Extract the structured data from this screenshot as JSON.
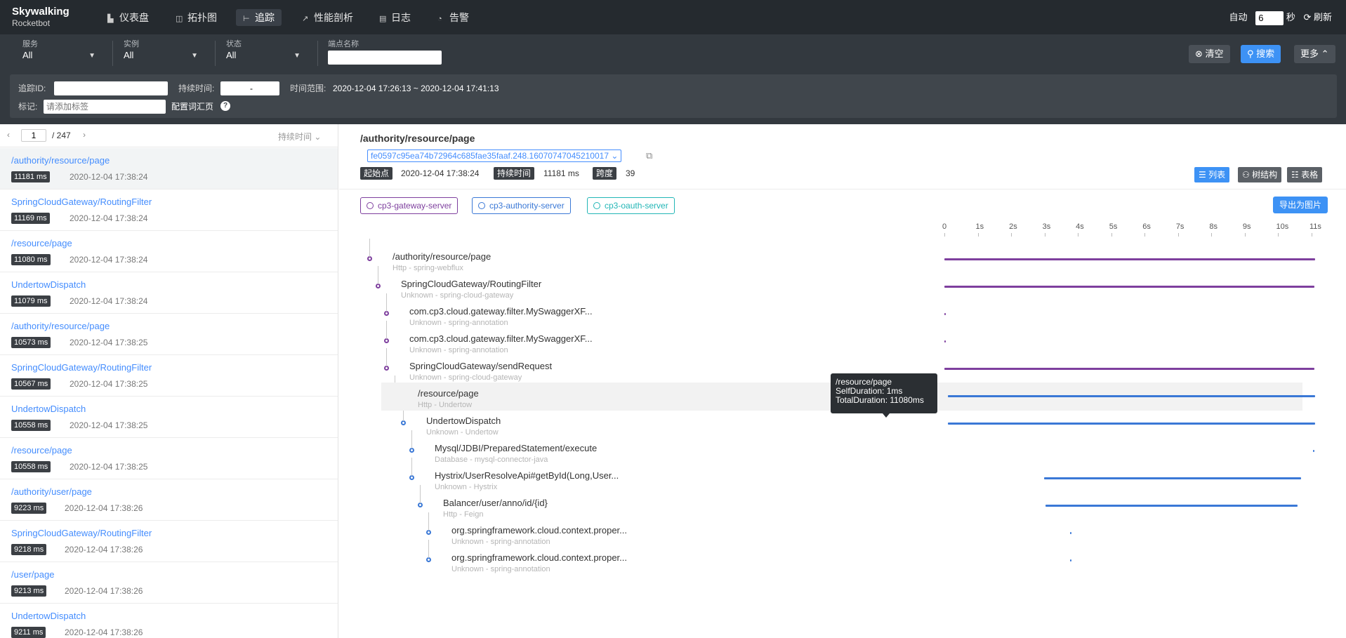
{
  "nav": {
    "logo_line1": "Skywalking",
    "logo_line2": "Rocketbot",
    "items": [
      {
        "label": "仪表盘",
        "icon": "dashboard-icon"
      },
      {
        "label": "拓扑图",
        "icon": "topology-icon"
      },
      {
        "label": "追踪",
        "icon": "trace-icon"
      },
      {
        "label": "性能剖析",
        "icon": "profile-icon"
      },
      {
        "label": "日志",
        "icon": "log-icon"
      },
      {
        "label": "告警",
        "icon": "alarm-icon"
      }
    ],
    "auto_label": "自动",
    "auto_value": "6",
    "seconds_label": "秒",
    "refresh_label": "刷新"
  },
  "filters": {
    "service_label": "服务",
    "service_value": "All",
    "instance_label": "实例",
    "instance_value": "All",
    "status_label": "状态",
    "status_value": "All",
    "endpoint_label": "端点名称",
    "clear_label": "清空",
    "search_label": "搜索",
    "more_label": "更多",
    "trace_id_label": "追踪ID:",
    "duration_label": "持续时间:",
    "duration_sep": "-",
    "time_range_label": "时间范围:",
    "time_range_value": "2020-12-04 17:26:13 ~ 2020-12-04 17:41:13",
    "tag_label": "标记:",
    "tag_placeholder": "请添加标签",
    "config_label": "配置词汇页"
  },
  "list": {
    "page": "1",
    "total_pages": "/ 247",
    "sort_label": "持续时间",
    "items": [
      {
        "endpoint": "/authority/resource/page",
        "duration": "11181 ms",
        "time": "2020-12-04 17:38:24"
      },
      {
        "endpoint": "SpringCloudGateway/RoutingFilter",
        "duration": "11169 ms",
        "time": "2020-12-04 17:38:24"
      },
      {
        "endpoint": "/resource/page",
        "duration": "11080 ms",
        "time": "2020-12-04 17:38:24"
      },
      {
        "endpoint": "UndertowDispatch",
        "duration": "11079 ms",
        "time": "2020-12-04 17:38:24"
      },
      {
        "endpoint": "/authority/resource/page",
        "duration": "10573 ms",
        "time": "2020-12-04 17:38:25"
      },
      {
        "endpoint": "SpringCloudGateway/RoutingFilter",
        "duration": "10567 ms",
        "time": "2020-12-04 17:38:25"
      },
      {
        "endpoint": "UndertowDispatch",
        "duration": "10558 ms",
        "time": "2020-12-04 17:38:25"
      },
      {
        "endpoint": "/resource/page",
        "duration": "10558 ms",
        "time": "2020-12-04 17:38:25"
      },
      {
        "endpoint": "/authority/user/page",
        "duration": "9223 ms",
        "time": "2020-12-04 17:38:26"
      },
      {
        "endpoint": "SpringCloudGateway/RoutingFilter",
        "duration": "9218 ms",
        "time": "2020-12-04 17:38:26"
      },
      {
        "endpoint": "/user/page",
        "duration": "9213 ms",
        "time": "2020-12-04 17:38:26"
      },
      {
        "endpoint": "UndertowDispatch",
        "duration": "9211 ms",
        "time": "2020-12-04 17:38:26"
      }
    ]
  },
  "detail": {
    "title": "/authority/resource/page",
    "trace_id": "fe0597c95ea74b72964c685fae35faaf.248.16070747045210017",
    "start_label": "起始点",
    "start_value": "2020-12-04 17:38:24",
    "duration_label": "持续时间",
    "duration_value": "11181 ms",
    "span_label": "跨度",
    "span_value": "39",
    "view_list": "列表",
    "view_tree": "树结构",
    "view_table": "表格",
    "export_label": "导出为图片",
    "services": [
      {
        "name": "cp3-gateway-server",
        "color": "#7e3f9e"
      },
      {
        "name": "cp3-authority-server",
        "color": "#3a78d6"
      },
      {
        "name": "cp3-oauth-server",
        "color": "#22b6b6"
      }
    ],
    "ticks": [
      "0",
      "1s",
      "2s",
      "3s",
      "4s",
      "5s",
      "6s",
      "7s",
      "8s",
      "9s",
      "10s",
      "11s"
    ]
  },
  "chart_data": {
    "type": "bar",
    "x_unit": "ms",
    "total_duration": 11181,
    "spans": [
      {
        "name": "/authority/resource/page",
        "sub": "Http - spring-webflux",
        "start": 0,
        "end": 11181,
        "color": "#7e3f9e",
        "depth": 0
      },
      {
        "name": "SpringCloudGateway/RoutingFilter",
        "sub": "Unknown - spring-cloud-gateway",
        "start": 0,
        "end": 11169,
        "color": "#7e3f9e",
        "depth": 1
      },
      {
        "name": "com.cp3.cloud.gateway.filter.MySwaggerXF...",
        "sub": "Unknown - spring-annotation",
        "start": 0,
        "end": 15,
        "color": "#7e3f9e",
        "depth": 2
      },
      {
        "name": "com.cp3.cloud.gateway.filter.MySwaggerXF...",
        "sub": "Unknown - spring-annotation",
        "start": 0,
        "end": 15,
        "color": "#7e3f9e",
        "depth": 2
      },
      {
        "name": "SpringCloudGateway/sendRequest",
        "sub": "Unknown - spring-cloud-gateway",
        "start": 0,
        "end": 11169,
        "color": "#7e3f9e",
        "depth": 2
      },
      {
        "name": "/resource/page",
        "sub": "Http - Undertow",
        "start": 100,
        "end": 11180,
        "color": "#3a78d6",
        "depth": 3
      },
      {
        "name": "UndertowDispatch",
        "sub": "Unknown - Undertow",
        "start": 100,
        "end": 11179,
        "color": "#3a78d6",
        "depth": 4
      },
      {
        "name": "Mysql/JDBI/PreparedStatement/execute",
        "sub": "Database - mysql-connector-java",
        "start": 11110,
        "end": 11130,
        "color": "#3a78d6",
        "depth": 5
      },
      {
        "name": "Hystrix/UserResolveApi#getById(Long,User...",
        "sub": "Unknown - Hystrix",
        "start": 3000,
        "end": 10750,
        "color": "#3a78d6",
        "depth": 5
      },
      {
        "name": "Balancer/user/anno/id/{id}",
        "sub": "Http - Feign",
        "start": 3050,
        "end": 10650,
        "color": "#3a78d6",
        "depth": 6
      },
      {
        "name": "org.springframework.cloud.context.proper...",
        "sub": "Unknown - spring-annotation",
        "start": 3800,
        "end": 3815,
        "color": "#3a78d6",
        "depth": 7
      },
      {
        "name": "org.springframework.cloud.context.proper...",
        "sub": "Unknown - spring-annotation",
        "start": 3800,
        "end": 3815,
        "color": "#3a78d6",
        "depth": 7
      }
    ],
    "tooltip": {
      "title": "/resource/page",
      "self": "SelfDuration: 1ms",
      "total": "TotalDuration: 11080ms"
    }
  }
}
